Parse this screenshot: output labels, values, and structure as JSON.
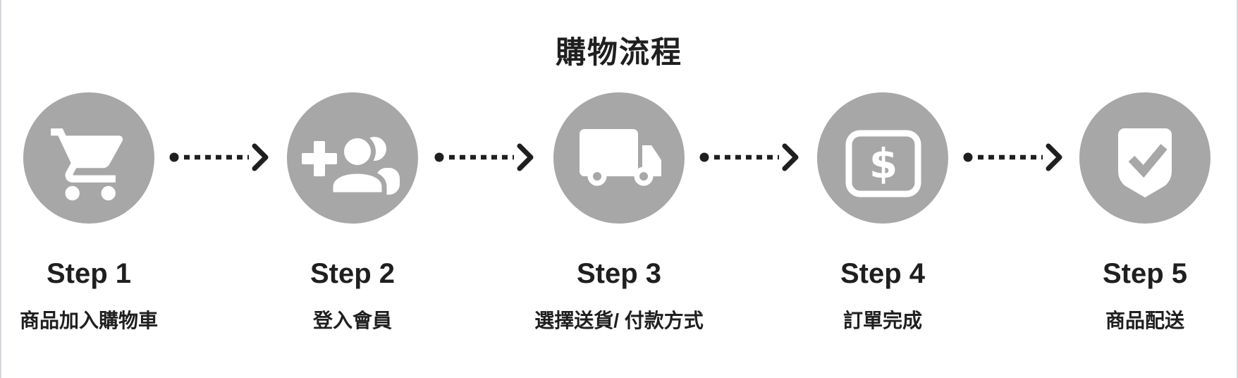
{
  "page": {
    "title": "購物流程"
  },
  "colors": {
    "circle_gray": "#a7a7a7",
    "ink": "#1f1f1f",
    "icon_white": "#ffffff",
    "edge_border": "#d6d6dd"
  },
  "steps": [
    {
      "label": "Step 1",
      "caption": "商品加入購物車",
      "icon": "shopping-cart-icon"
    },
    {
      "label": "Step 2",
      "caption": "登入會員",
      "icon": "add-user-icon"
    },
    {
      "label": "Step 3",
      "caption": "選擇送貨/ 付款方式",
      "icon": "delivery-truck-icon"
    },
    {
      "label": "Step 4",
      "caption": "訂單完成",
      "icon": "payment-icon"
    },
    {
      "label": "Step 5",
      "caption": "商品配送",
      "icon": "shield-check-icon"
    }
  ],
  "connector": {
    "style": "dotted-arrow",
    "count": 4
  }
}
